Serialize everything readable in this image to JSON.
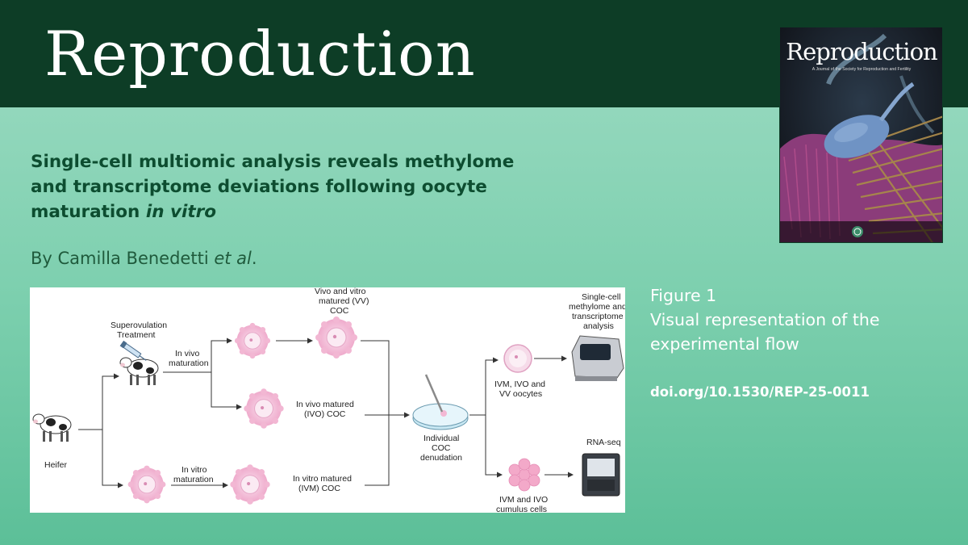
{
  "header": {
    "journal_title": "Reproduction"
  },
  "cover": {
    "journal_title": "Reproduction",
    "subtitle": "A Journal of the Society for Reproduction and Fertility"
  },
  "article": {
    "title_main": "Single-cell multiomic analysis reveals methylome and transcriptome deviations following oocyte maturation ",
    "title_italic": "in vitro",
    "byline_prefix": "By Camilla Benedetti ",
    "byline_italic": "et al",
    "byline_suffix": "."
  },
  "figure": {
    "label": "Figure 1",
    "caption": "Visual representation of the experimental flow",
    "doi": "doi.org/10.1530/REP-25-0011",
    "diagram": {
      "heifer": "Heifer",
      "superovulation_1": "Superovulation",
      "superovulation_2": "Treatment",
      "in_vivo_1": "In vivo",
      "in_vivo_2": "maturation",
      "in_vitro_1": "In vitro",
      "in_vitro_2": "maturation",
      "vv_1": "Vivo and vitro",
      "vv_2": "matured (VV)",
      "vv_3": "COC",
      "ivo_1": "In vivo matured",
      "ivo_2": "(IVO) COC",
      "ivm_1": "In vitro matured",
      "ivm_2": "(IVM) COC",
      "denud_1": "Individual",
      "denud_2": "COC",
      "denud_3": "denudation",
      "oocytes_1": "IVM, IVO and",
      "oocytes_2": "VV oocytes",
      "cumulus_1": "IVM and IVO",
      "cumulus_2": "cumulus cells",
      "sc_1": "Single-cell",
      "sc_2": "methylome and",
      "sc_3": "transcriptome",
      "sc_4": "analysis",
      "rnaseq": "RNA-seq"
    }
  }
}
